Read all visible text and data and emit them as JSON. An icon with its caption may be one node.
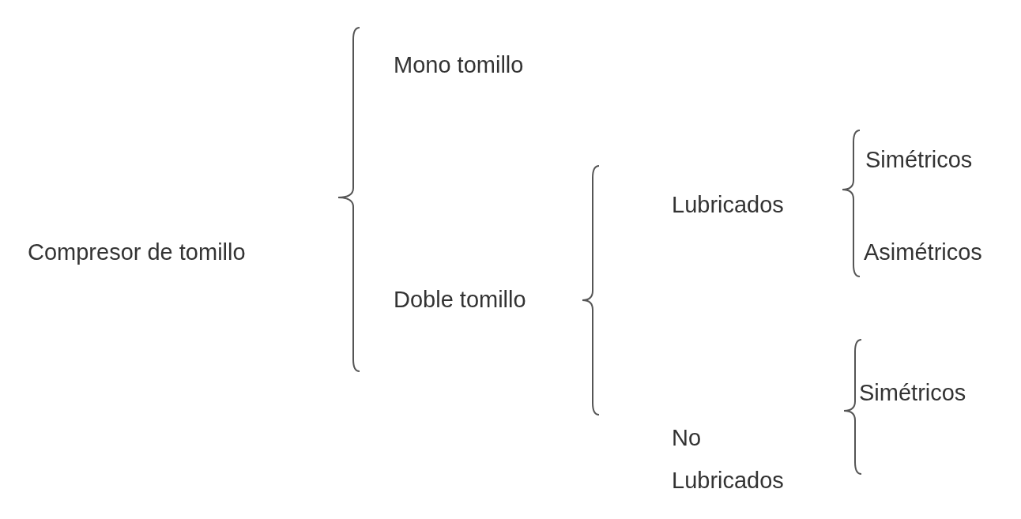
{
  "diagram": {
    "nodes": [
      {
        "text": [
          "Compresor de tomillo"
        ]
      },
      {
        "text": [
          "Mono tomillo"
        ]
      },
      {
        "text": [
          "Doble tomillo"
        ]
      },
      {
        "text": [
          "Lubricados"
        ]
      },
      {
        "text": [
          "No Lubricados"
        ]
      },
      {
        "text": [
          "Simétricos"
        ]
      },
      {
        "text": [
          "Asimétricos"
        ]
      },
      {
        "text": [
          "Simétricos"
        ]
      }
    ]
  }
}
